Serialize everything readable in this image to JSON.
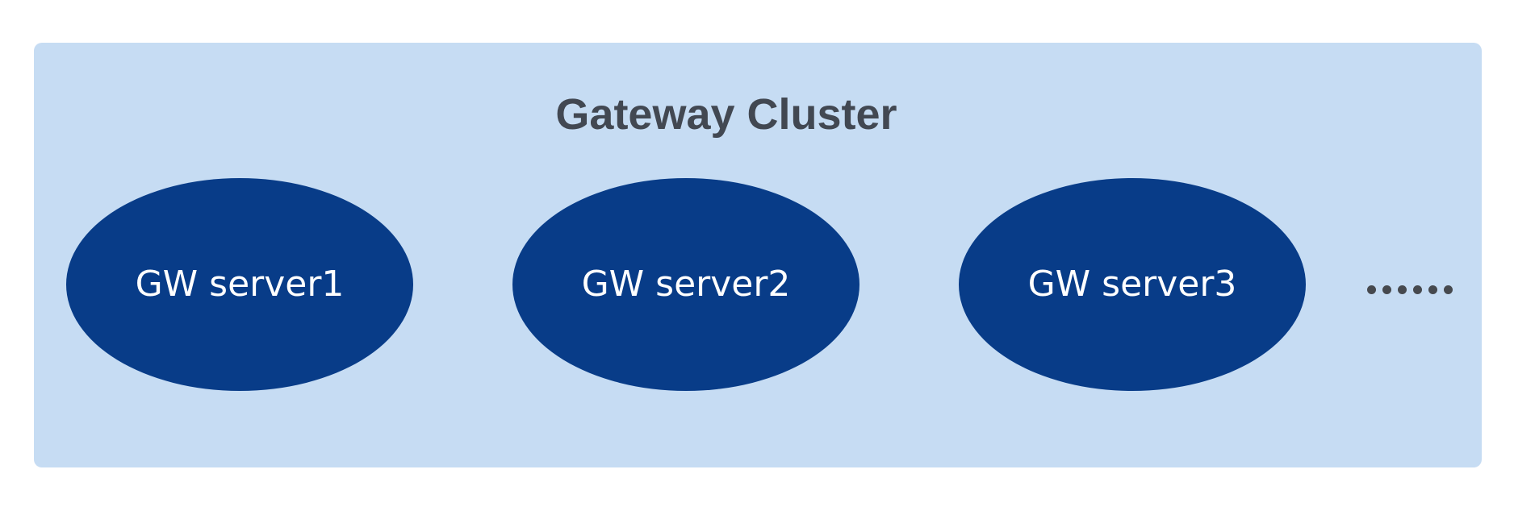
{
  "diagram": {
    "cluster": {
      "title": "Gateway Cluster",
      "servers": [
        {
          "label": "GW server1"
        },
        {
          "label": "GW server2"
        },
        {
          "label": "GW server3"
        }
      ],
      "more_indicator": "……",
      "colors": {
        "page_bg": "#ffffff",
        "container_bg": "#c6dcf3",
        "ellipse_fill": "#083c88",
        "ellipse_text": "#ffffff",
        "title_text": "#424852",
        "dots": "#46494e"
      }
    }
  }
}
